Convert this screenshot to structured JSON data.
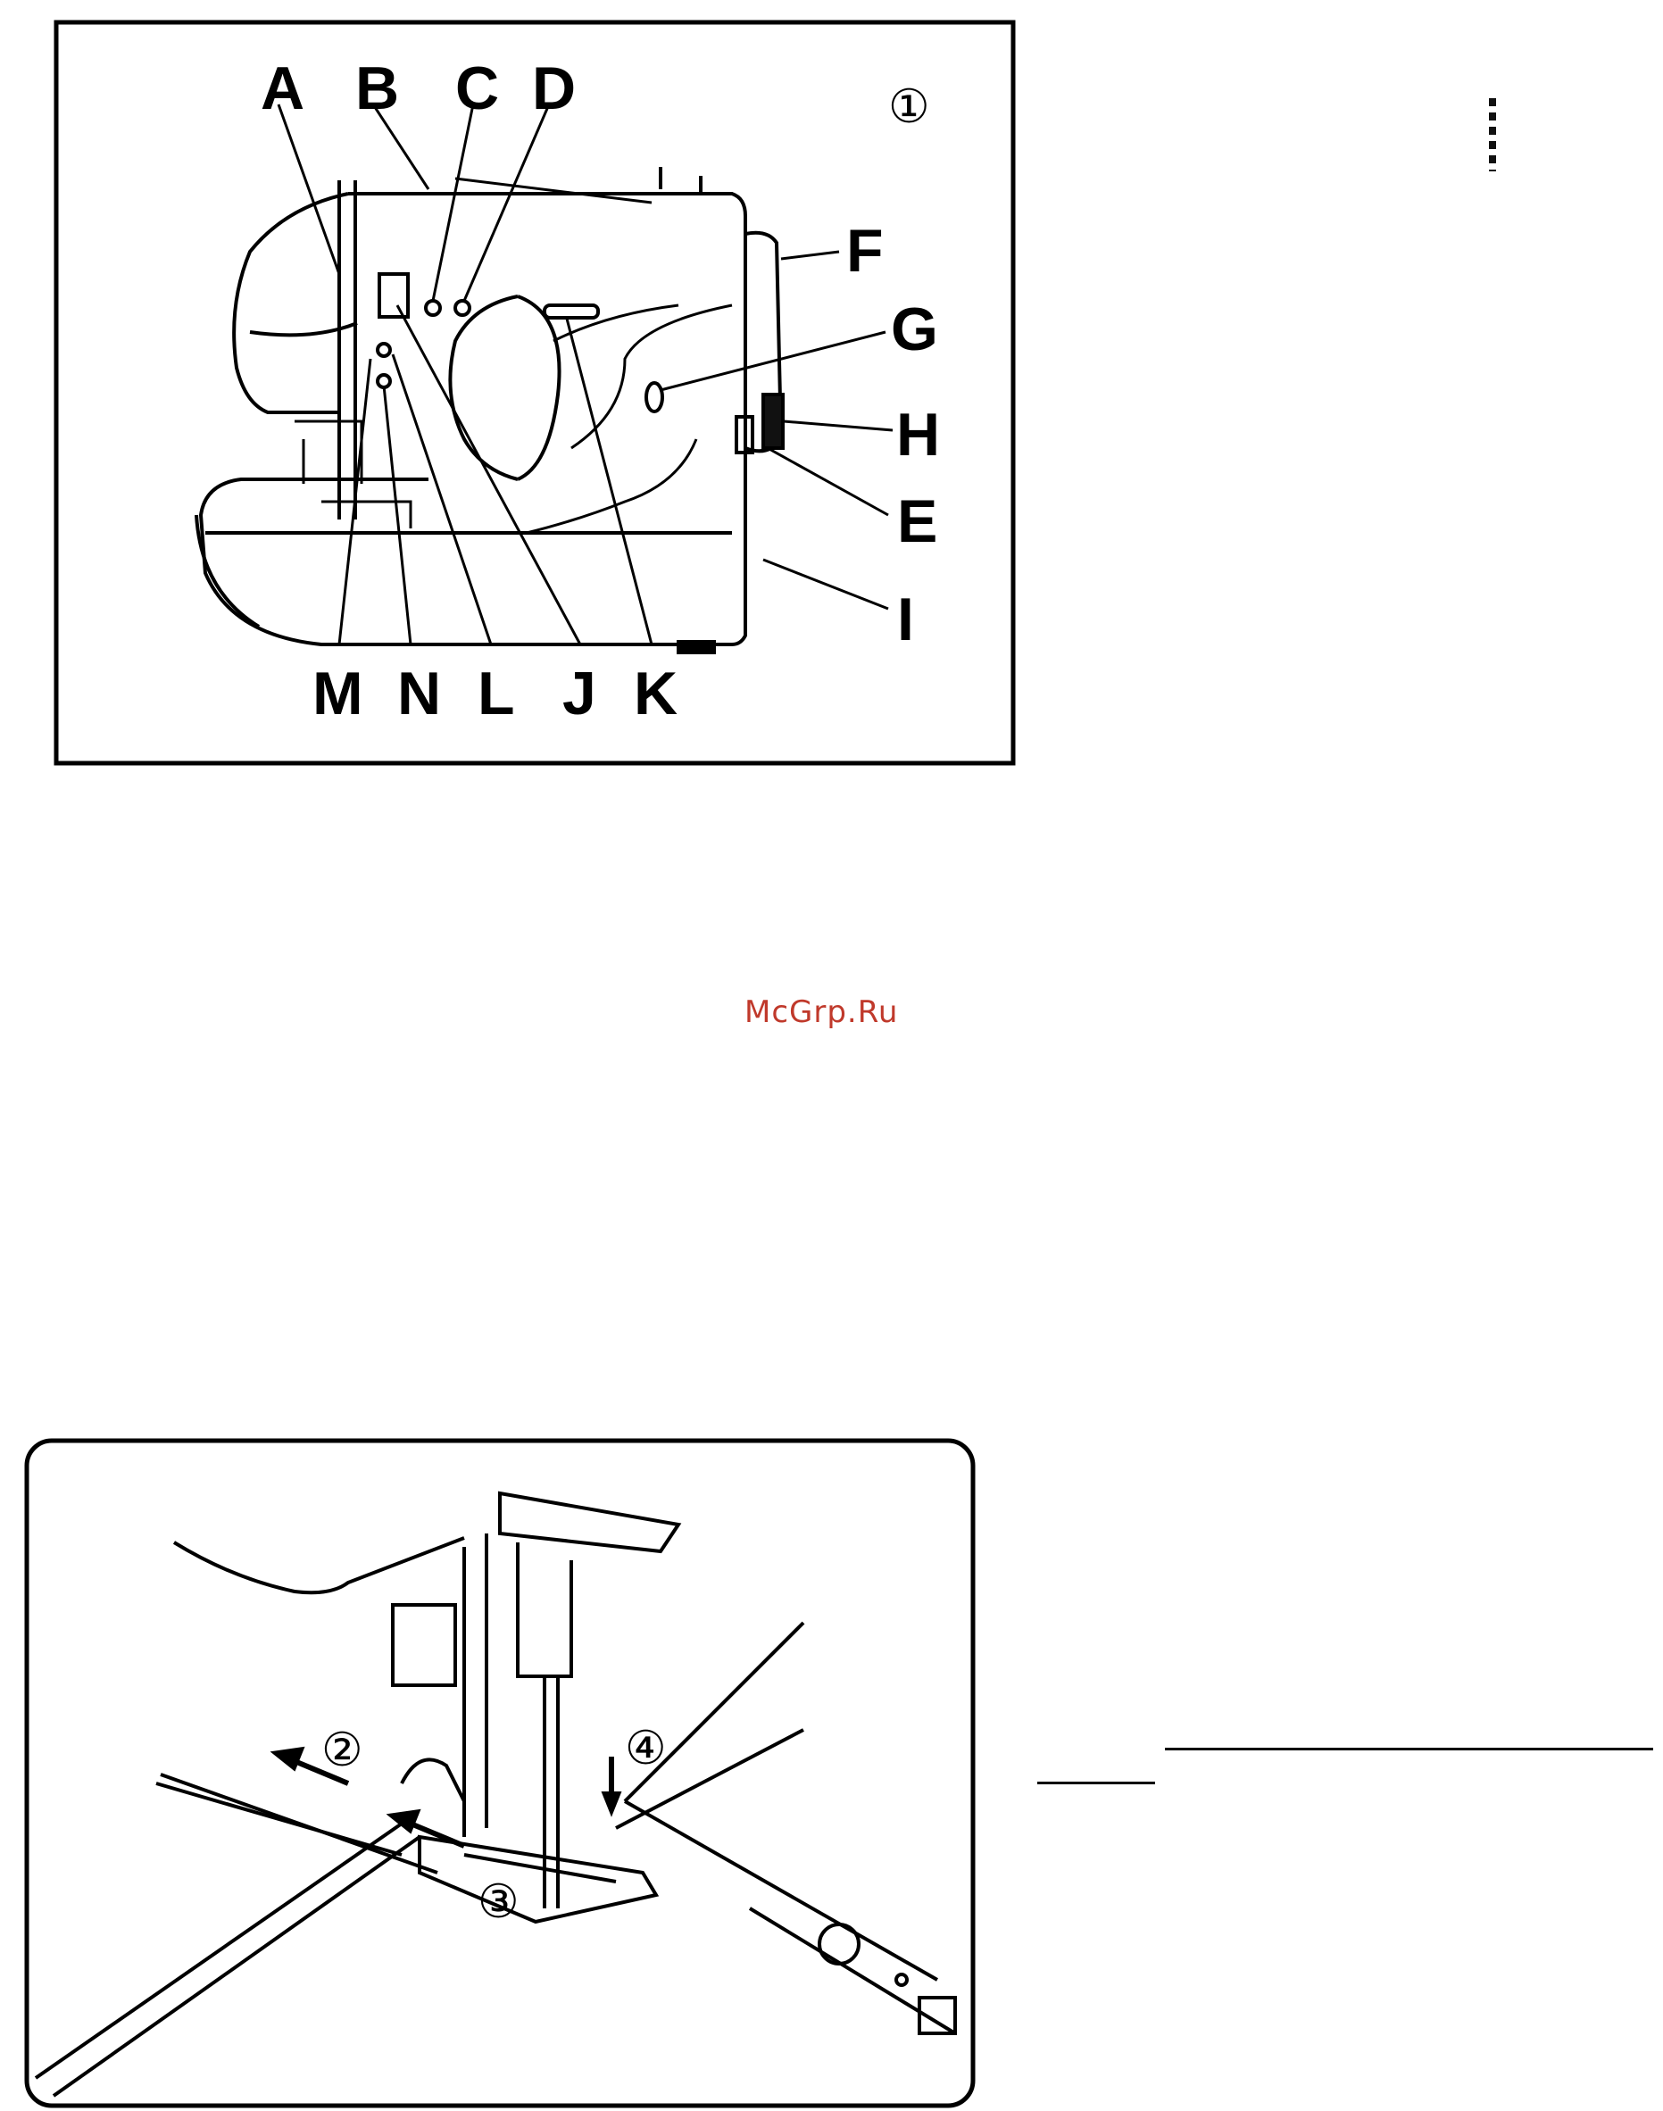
{
  "watermark": "McGrp.Ru",
  "figure1": {
    "number": "①",
    "labels": {
      "A": "A",
      "B": "B",
      "C": "C",
      "D": "D",
      "E": "E",
      "F": "F",
      "G": "G",
      "H": "H",
      "I": "I",
      "J": "J",
      "K": "K",
      "L": "L",
      "M": "M",
      "N": "N"
    }
  },
  "figure2": {
    "steps": {
      "s2": "②",
      "s3": "③",
      "s4": "④"
    }
  }
}
